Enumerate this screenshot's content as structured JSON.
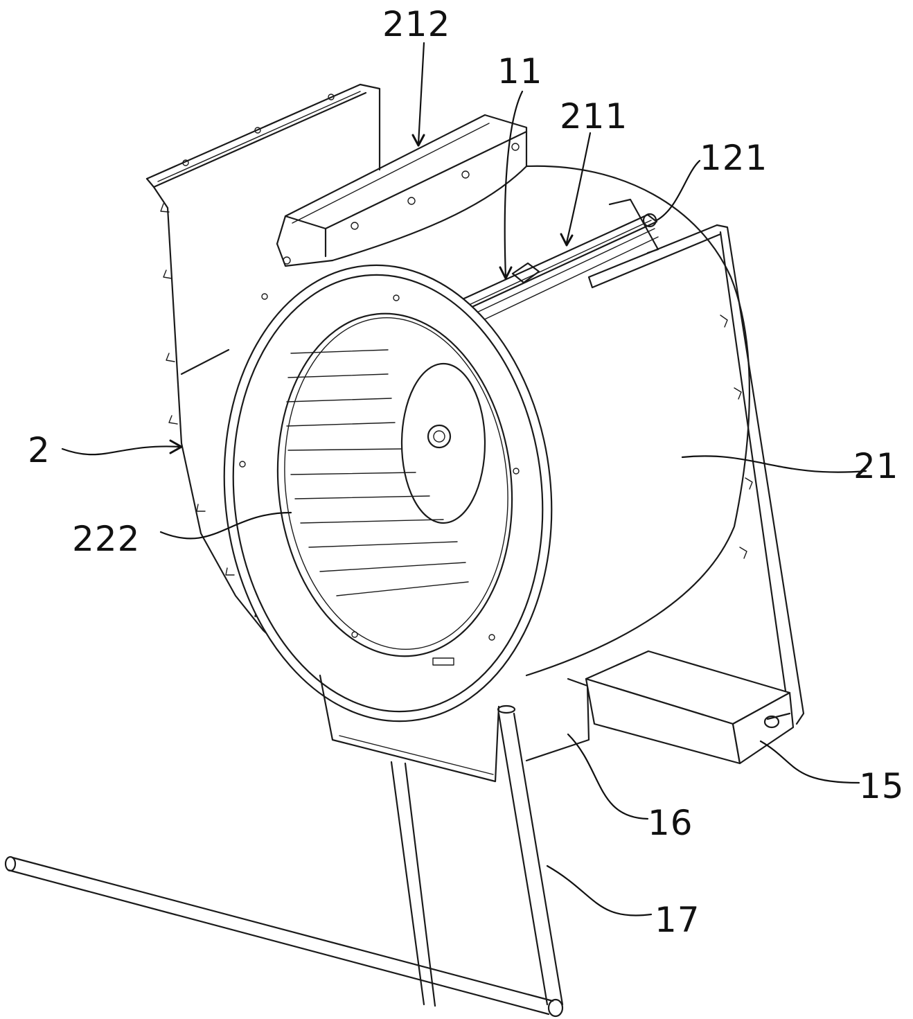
{
  "colors": {
    "line": "#1a1a1a",
    "background": "#ffffff"
  },
  "labels": [
    {
      "id": "212",
      "text": "212"
    },
    {
      "id": "11",
      "text": "11"
    },
    {
      "id": "211",
      "text": "211"
    },
    {
      "id": "121",
      "text": "121"
    },
    {
      "id": "2",
      "text": "2"
    },
    {
      "id": "21",
      "text": "21"
    },
    {
      "id": "222",
      "text": "222"
    },
    {
      "id": "15",
      "text": "15"
    },
    {
      "id": "16",
      "text": "16"
    },
    {
      "id": "17",
      "text": "17"
    }
  ]
}
